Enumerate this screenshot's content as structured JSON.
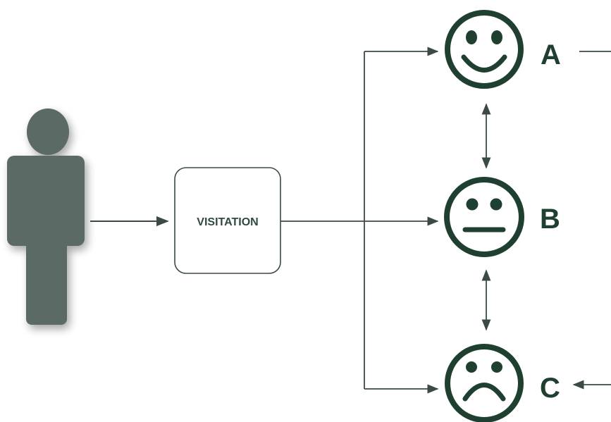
{
  "diagram": {
    "process_label": "VISITATION",
    "outcomes": [
      {
        "label": "A",
        "icon": "happy-face-icon"
      },
      {
        "label": "B",
        "icon": "neutral-face-icon"
      },
      {
        "label": "C",
        "icon": "sad-face-icon"
      }
    ],
    "colors": {
      "person": "#5b6b65",
      "face": "#1f4030",
      "line": "#3b4a44",
      "box_border": "#3b4a44"
    }
  }
}
